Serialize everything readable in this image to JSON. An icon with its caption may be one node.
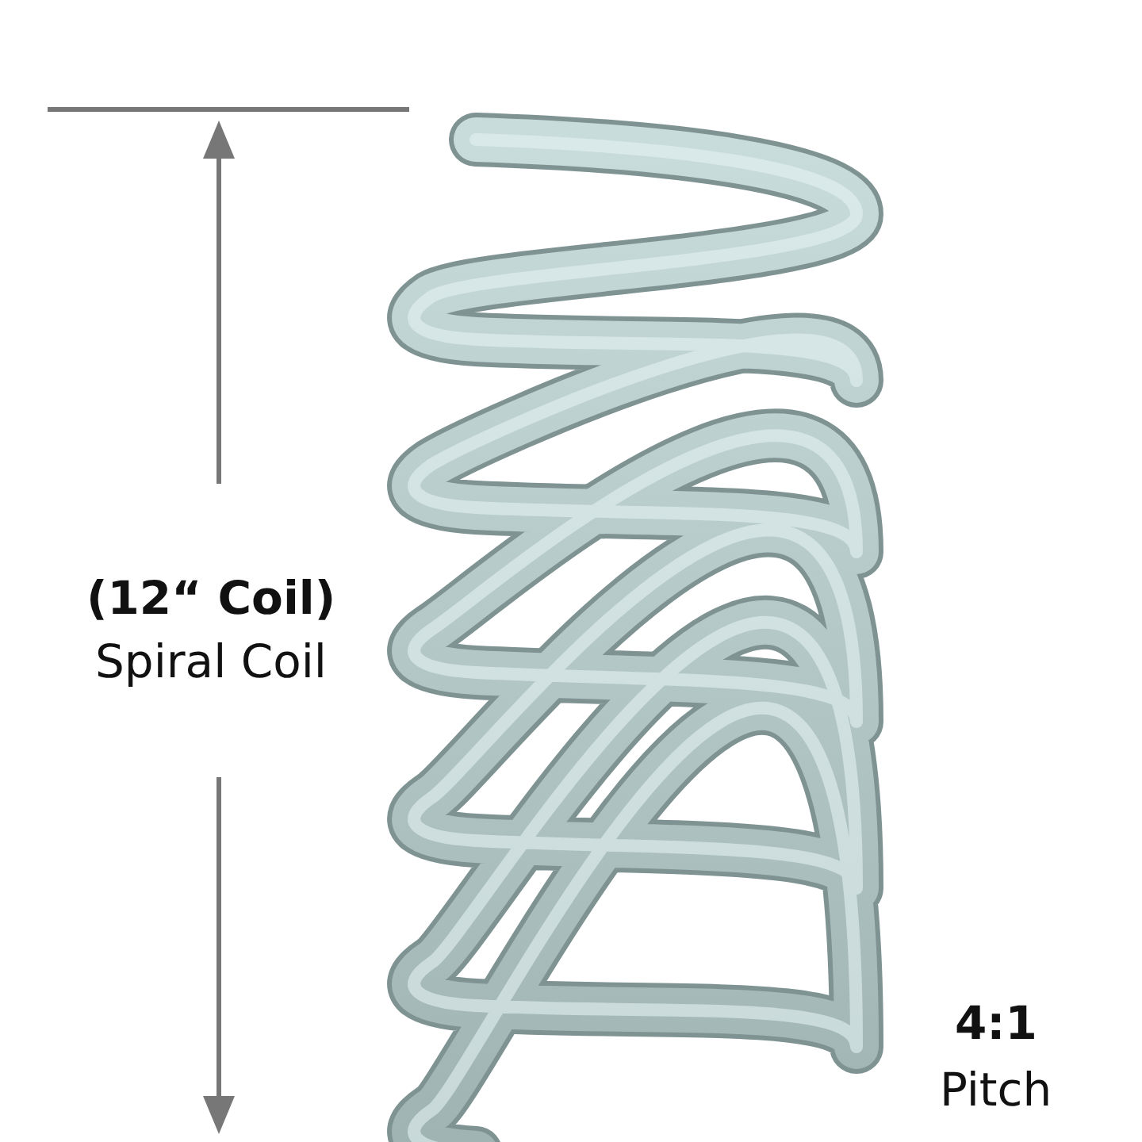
{
  "diagram": {
    "labels": [
      "(12“ Coil)",
      "Spiral Coil",
      "4:1",
      "Pitch"
    ]
  }
}
